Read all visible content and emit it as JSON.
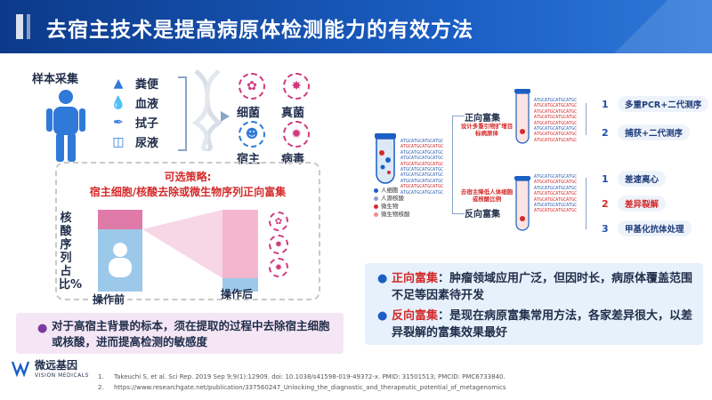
{
  "header": {
    "title": "去宿主技术是提高病原体检测能力的有效方法"
  },
  "sampling": {
    "title": "样本采集",
    "items": [
      {
        "label": "粪便",
        "icon": "stool-icon"
      },
      {
        "label": "血液",
        "icon": "blood-drop-icon"
      },
      {
        "label": "拭子",
        "icon": "swab-icon"
      },
      {
        "label": "尿液",
        "icon": "urine-cup-icon"
      }
    ]
  },
  "organisms": {
    "bacteria": "细菌",
    "fungi": "真菌",
    "host": "宿主",
    "virus": "病毒"
  },
  "strategy": {
    "line1": "可选策略:",
    "line2": "宿主细胞/核酸去除或微生物序列正向富集",
    "ylabel": "核酸序列占比%",
    "before": "操作前",
    "after": "操作后"
  },
  "left_note": "对于高宿主背景的标本，须在提取的过程中去除宿主细胞或核酸，进而提高检测的敏感度",
  "diagram": {
    "positive_label": "正向富集",
    "positive_sub": "设计多重引物扩增目标病原体",
    "negative_label": "反向富集",
    "negative_sub": "去宿主降低人体细胞或核酸比例",
    "legend": [
      "人细胞",
      "人源核酸",
      "微生物",
      "微生物核酸"
    ],
    "seq": "ATGCATGCATGCATGC",
    "positive_items": [
      {
        "num": "1",
        "label": "多重PCR+二代测序"
      },
      {
        "num": "2",
        "label": "捕获+二代测序"
      }
    ],
    "negative_items": [
      {
        "num": "1",
        "label": "差速离心"
      },
      {
        "num": "2",
        "label": "差异裂解"
      },
      {
        "num": "3",
        "label": "甲基化抗体处理"
      }
    ]
  },
  "right_note": {
    "item1_head": "正向富集",
    "item1_body": "：肿瘤领域应用广泛，但因时长，病原体覆盖范围不足等因素待开发",
    "item2_head": "反向富集",
    "item2_body": "：是现在病原富集常用方法，各家差异很大，以差异裂解的富集效果最好"
  },
  "logo": {
    "name": "微远基因",
    "en": "VISION MEDICALS"
  },
  "references": [
    {
      "n": "1.",
      "text": "Takeuchi S, et al. Sci Rep. 2019 Sep 9;9(1):12909. doi: 10.1038/s41598-019-49372-x. PMID: 31501513; PMCID: PMC6733840."
    },
    {
      "n": "2.",
      "text": "https://www.researchgate.net/publication/337560247_Unlocking_the_diagnostic_and_therapeutic_potential_of_metagenomics"
    }
  ],
  "colors": {
    "brand_blue": "#1b5fc4",
    "accent_red": "#d42a2a",
    "pink": "#cf3a7e"
  }
}
